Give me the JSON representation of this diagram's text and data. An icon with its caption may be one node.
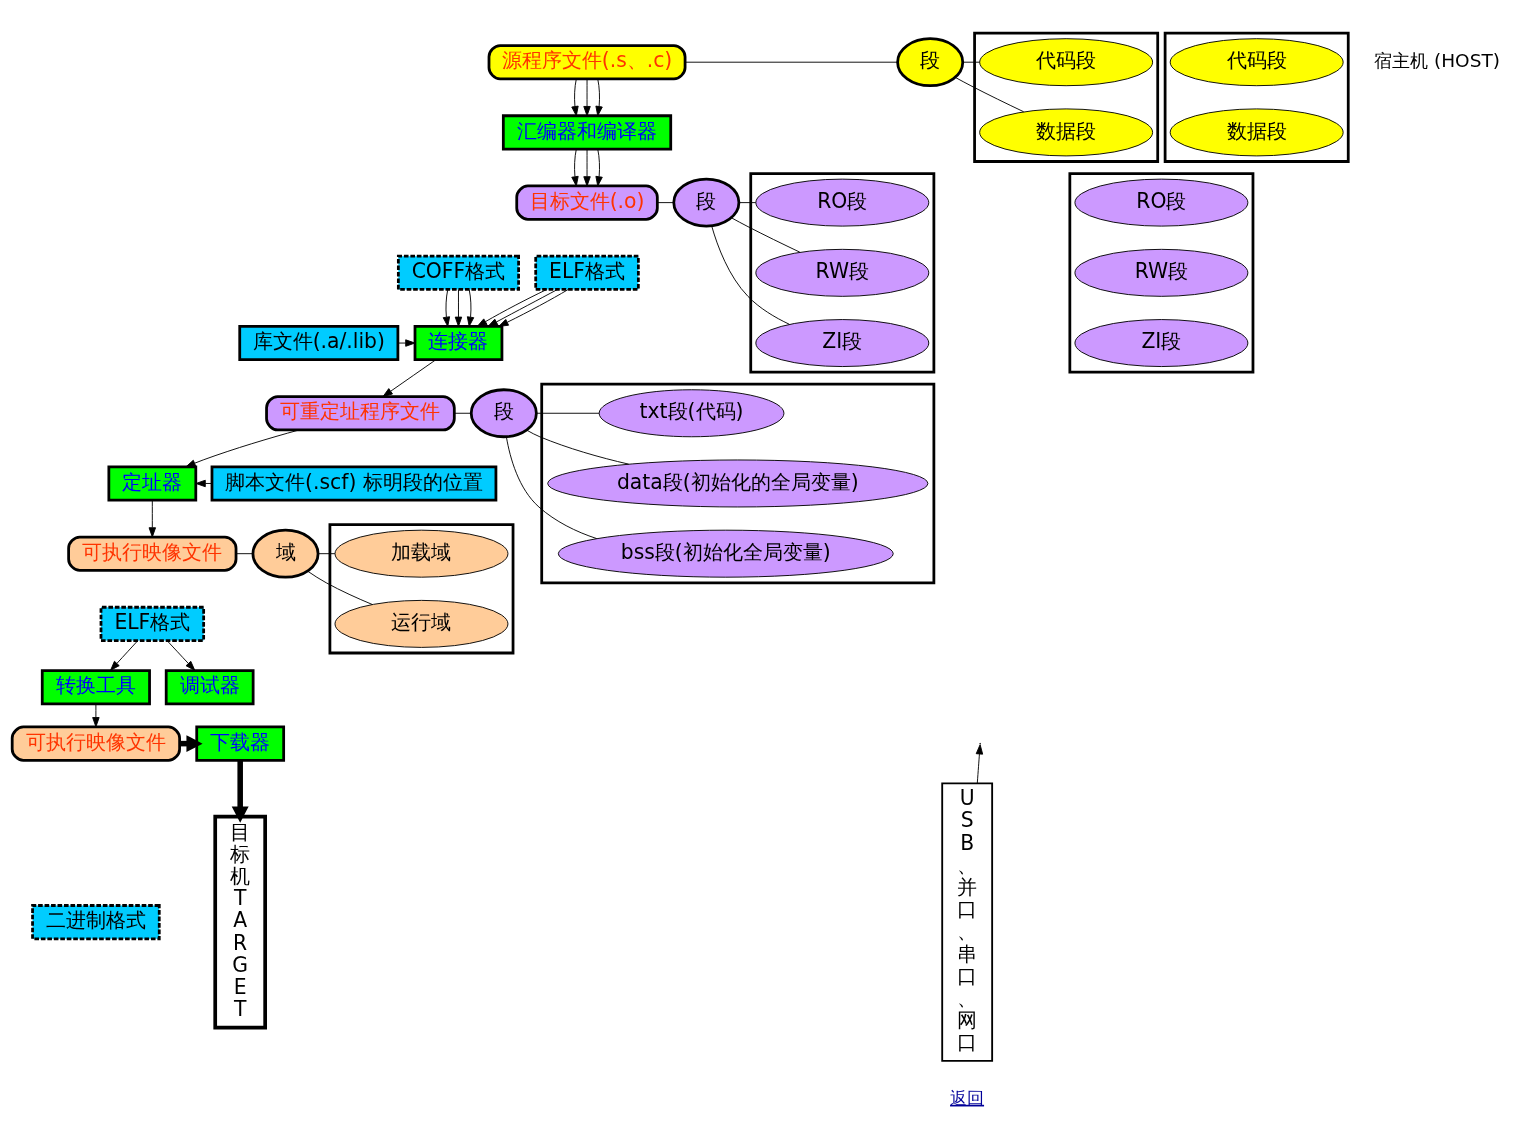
{
  "diagram": {
    "nodes": [
      {
        "text": [
          "源程序文件(.s、.c)"
        ]
      },
      {
        "text": [
          "段"
        ]
      },
      {
        "text": [],
        "shape": "box"
      },
      {
        "text": [
          "代码段"
        ],
        "in": 2
      },
      {
        "text": [
          "数据段"
        ],
        "in": 2
      },
      {
        "text": [],
        "shape": "box"
      },
      {
        "text": [
          "代码段"
        ],
        "in": 5
      },
      {
        "text": [
          "数据段"
        ],
        "in": 5
      },
      {
        "text": [
          "汇编器和编译器"
        ]
      },
      {
        "text": [
          "目标文件(.o)"
        ]
      },
      {
        "text": [
          "ELF格式"
        ]
      },
      {
        "text": [
          "COFF格式"
        ]
      },
      {
        "text": [
          "段"
        ]
      },
      {
        "text": [],
        "shape": "box"
      },
      {
        "text": [
          "RO段"
        ],
        "in": 13
      },
      {
        "text": [
          "RW段"
        ],
        "in": 13
      },
      {
        "text": [
          "ZI段"
        ],
        "in": 13
      },
      {
        "text": [],
        "shape": "box"
      },
      {
        "text": [
          "RO段"
        ],
        "in": 17
      },
      {
        "text": [
          "RW段"
        ],
        "in": 17
      },
      {
        "text": [
          "ZI段"
        ],
        "in": 17
      },
      {
        "text": [
          "库文件(.a/.lib)"
        ]
      },
      {
        "text": [
          "连接器"
        ]
      },
      {
        "text": [
          "可重定址程序文件"
        ]
      },
      {
        "text": [
          "段"
        ]
      },
      {
        "text": [],
        "shape": "box"
      },
      {
        "text": [
          "txt段(代码)"
        ],
        "in": 25
      },
      {
        "text": [
          "data段(初始化的全局变量)"
        ],
        "in": 25
      },
      {
        "text": [
          "bss段(初始化全局变量)"
        ],
        "in": 25
      },
      {
        "text": [
          "脚本文件(.scf) 标明段的位置"
        ]
      },
      {
        "text": [
          "定址器"
        ]
      },
      {
        "text": [
          "可执行映像文件"
        ]
      },
      {
        "text": [
          "ELF格式"
        ]
      },
      {
        "text": [
          "域"
        ]
      },
      {
        "text": [],
        "shape": "box"
      },
      {
        "text": [
          "加载域"
        ],
        "in": 34
      },
      {
        "text": [
          "运行域"
        ],
        "in": 34
      },
      {
        "text": [
          "调试器"
        ]
      },
      {
        "text": [
          "转换工具"
        ]
      },
      {
        "text": [
          "可执行映像文件"
        ]
      },
      {
        "text": [
          "二进制格式"
        ]
      },
      {
        "text": [
          "下载器"
        ]
      },
      {
        "text": [
          "USB、并口、串口、网口"
        ]
      },
      {
        "text": [
          "目标机TARGET"
        ]
      }
    ],
    "edges": [
      {
        "from": 0,
        "to": 8,
        "arrow": "to"
      },
      {
        "from": 0,
        "to": 8,
        "arrow": "to"
      },
      {
        "from": 0,
        "to": 8,
        "arrow": "to"
      },
      {
        "from": 0,
        "to": 1,
        "arrow": "none"
      },
      {
        "from": 1,
        "to": 3,
        "arrow": "none"
      },
      {
        "from": 1,
        "to": 4,
        "arrow": "none"
      },
      {
        "from": 8,
        "to": 9,
        "arrow": "to"
      },
      {
        "from": 8,
        "to": 9,
        "arrow": "to"
      },
      {
        "from": 8,
        "to": 9,
        "arrow": "to"
      },
      {
        "from": 9,
        "to": 12,
        "arrow": "none"
      },
      {
        "from": 12,
        "to": 14,
        "arrow": "none"
      },
      {
        "from": 12,
        "to": 15,
        "arrow": "none"
      },
      {
        "from": 12,
        "to": 16,
        "arrow": "none"
      },
      {
        "from": 10,
        "to": 22,
        "arrow": "to"
      },
      {
        "from": 10,
        "to": 22,
        "arrow": "to"
      },
      {
        "from": 10,
        "to": 22,
        "arrow": "to"
      },
      {
        "from": 11,
        "to": 22,
        "arrow": "to"
      },
      {
        "from": 11,
        "to": 22,
        "arrow": "to"
      },
      {
        "from": 11,
        "to": 22,
        "arrow": "to"
      },
      {
        "from": 21,
        "to": 22,
        "arrow": "to"
      },
      {
        "from": 22,
        "to": 23,
        "arrow": "to"
      },
      {
        "from": 23,
        "to": 24,
        "arrow": "none"
      },
      {
        "from": 24,
        "to": 26,
        "arrow": "none"
      },
      {
        "from": 24,
        "to": 27,
        "arrow": "none"
      },
      {
        "from": 24,
        "to": 28,
        "arrow": "none"
      },
      {
        "from": 23,
        "to": 30,
        "arrow": "to"
      },
      {
        "from": 29,
        "to": 30,
        "arrow": "to"
      },
      {
        "from": 30,
        "to": 31,
        "arrow": "to"
      },
      {
        "from": 31,
        "to": 33,
        "arrow": "none"
      },
      {
        "from": 33,
        "to": 35,
        "arrow": "none"
      },
      {
        "from": 33,
        "to": 36,
        "arrow": "none"
      },
      {
        "from": 32,
        "to": 37,
        "arrow": "to"
      },
      {
        "from": 32,
        "to": 38,
        "arrow": "to"
      },
      {
        "from": 38,
        "to": 39,
        "arrow": "to"
      },
      {
        "from": 39,
        "to": 41,
        "arrow": "to",
        "style": "thick"
      },
      {
        "from": 41,
        "to": 43,
        "arrow": "to",
        "style": "thick"
      },
      {
        "from": 42,
        "to": null,
        "arrow": "to"
      }
    ],
    "labels": [
      "宿主机 (HOST)",
      "返回"
    ]
  }
}
